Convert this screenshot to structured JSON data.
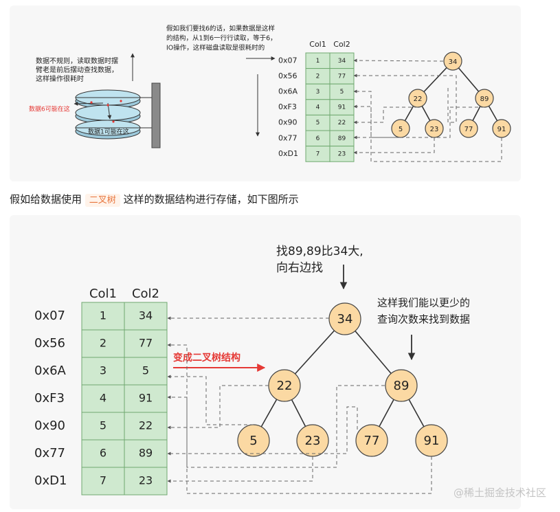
{
  "top": {
    "note_disk": [
      "数据不规则，读取数据时摆",
      "臂老是前后摆动查找数据，",
      "这样操作很耗时"
    ],
    "label_data6": "数据6可能在这",
    "label_data1": "数据1可能在这",
    "note_find": [
      "假如我们要找6的话，如果数据是这样",
      "的结构，从1到6一行行读取，等于6，",
      "IO操作，这样磁盘读取是很耗时的"
    ],
    "col1": "Col1",
    "col2": "Col2",
    "addresses": [
      "0x07",
      "0x56",
      "0x6A",
      "0xF3",
      "0x90",
      "0x77",
      "0xD1"
    ],
    "rows": [
      [
        "1",
        "34"
      ],
      [
        "2",
        "77"
      ],
      [
        "3",
        "5"
      ],
      [
        "4",
        "91"
      ],
      [
        "5",
        "22"
      ],
      [
        "6",
        "89"
      ],
      [
        "7",
        "23"
      ]
    ],
    "tree": [
      "34",
      "22",
      "89",
      "5",
      "23",
      "77",
      "91"
    ]
  },
  "caption": {
    "before": "假如给数据使用",
    "tag": "二叉树",
    "after": "这样的数据结构进行存储，如下图所示"
  },
  "bottom": {
    "note_find89": [
      "找89,89比34大,",
      "向右边找"
    ],
    "note_fewer": [
      "这样我们能以更少的",
      "查询次数来找到数据"
    ],
    "arrow_label": "变成二叉树结构",
    "col1": "Col1",
    "col2": "Col2",
    "addresses": [
      "0x07",
      "0x56",
      "0x6A",
      "0xF3",
      "0x90",
      "0x77",
      "0xD1"
    ],
    "rows": [
      [
        "1",
        "34"
      ],
      [
        "2",
        "77"
      ],
      [
        "3",
        "5"
      ],
      [
        "4",
        "91"
      ],
      [
        "5",
        "22"
      ],
      [
        "6",
        "89"
      ],
      [
        "7",
        "23"
      ]
    ],
    "tree": [
      "34",
      "22",
      "89",
      "5",
      "23",
      "77",
      "91"
    ]
  },
  "watermark": "@稀土掘金技术社区",
  "colors": {
    "cell_fill": "#cfe9cf",
    "cell_border": "#6fa86f",
    "node_fill": "#fbd9a3",
    "node_border": "#444444",
    "accent": "#e53935",
    "disk_fill": "#bfe3ef"
  }
}
